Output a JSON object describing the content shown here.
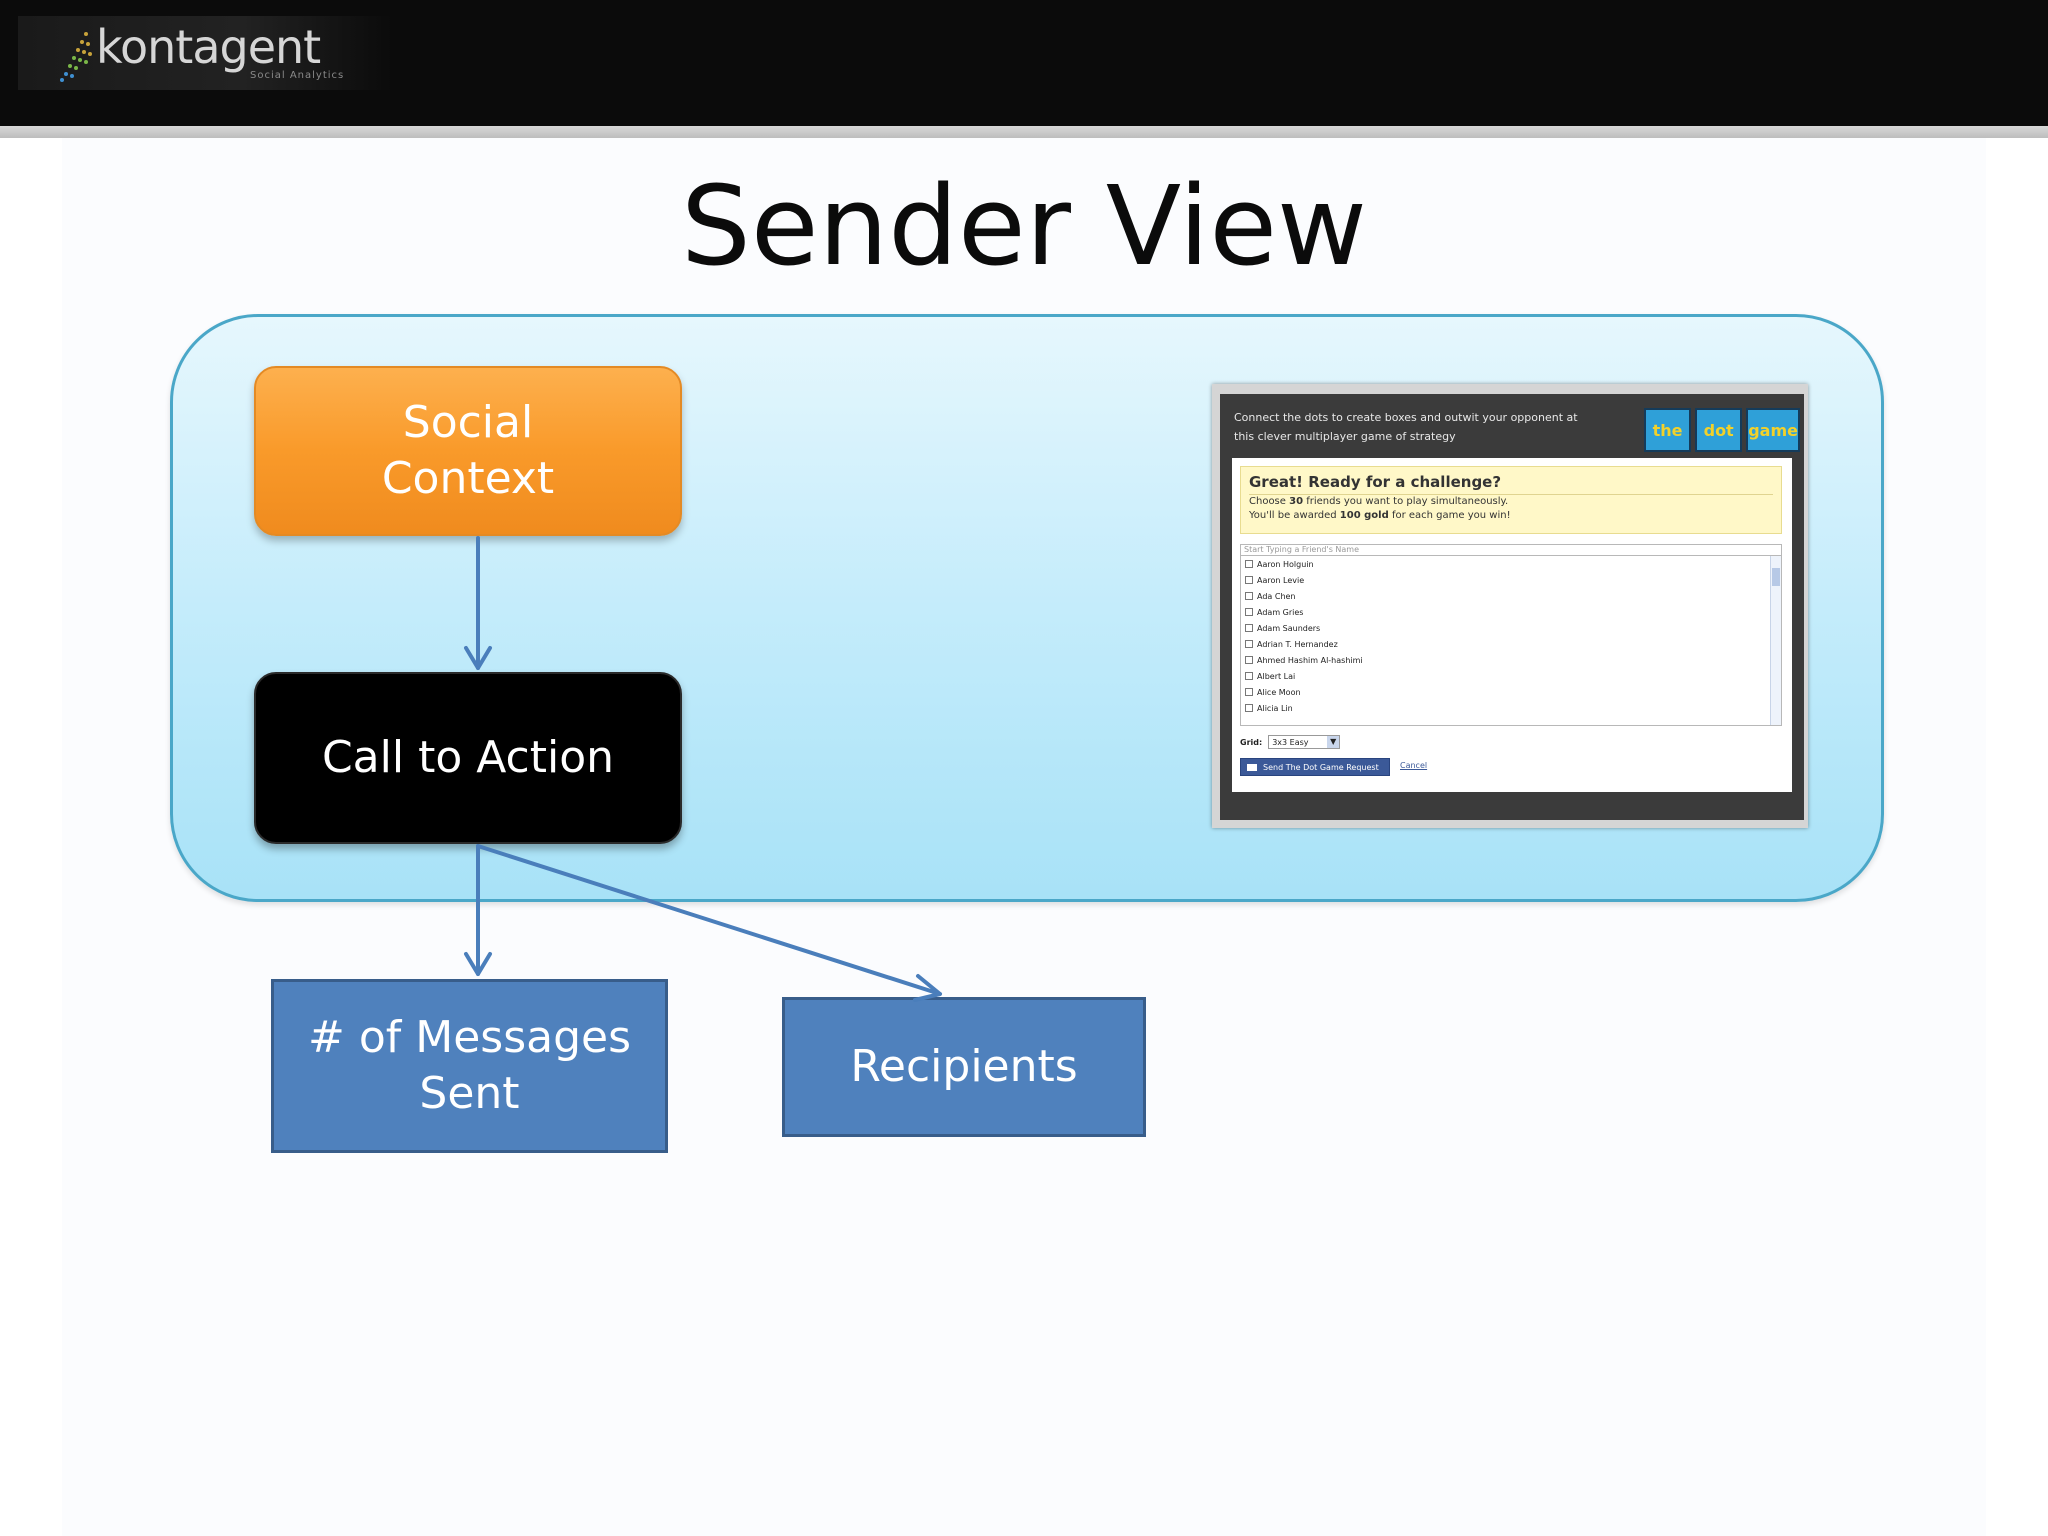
{
  "header": {
    "logo_text": "kontagent",
    "logo_subtitle": "Social Analytics"
  },
  "slide": {
    "title": "Sender View"
  },
  "flow": {
    "social_context": [
      "Social",
      "Context"
    ],
    "call_to_action": "Call to Action",
    "messages_sent": [
      "# of Messages",
      "Sent"
    ],
    "recipients": "Recipients"
  },
  "screenshot": {
    "description": [
      "Connect the dots to create boxes and outwit your opponent at",
      "this clever multiplayer game of strategy"
    ],
    "logo_words": [
      "the",
      "dot",
      "game"
    ],
    "challenge_title": "Great! Ready for a challenge?",
    "line1": {
      "before": "Choose ",
      "num": "30",
      "after": " friends you want to play simultaneously."
    },
    "line2": {
      "before": "You'll be awarded ",
      "num": "100 gold",
      "after": " for each game you win!"
    },
    "search_placeholder": "Start Typing a Friend's Name",
    "friends": [
      "Aaron Holguin",
      "Aaron Levie",
      "Ada Chen",
      "Adam Gries",
      "Adam Saunders",
      "Adrian T. Hernandez",
      "Ahmed Hashim Al-hashimi",
      "Albert Lai",
      "Alice Moon",
      "Alicia Lin"
    ],
    "grid_label": "Grid:",
    "grid_value": "3x3 Easy",
    "send_button": "Send The Dot Game Request",
    "cancel_link": "Cancel"
  },
  "colors": {
    "social_context": "#f99a2a",
    "call_to_action": "#000000",
    "metric_box": "#4f81bd",
    "arrow": "#4a7ebb",
    "panel": "#b8e8f9"
  }
}
